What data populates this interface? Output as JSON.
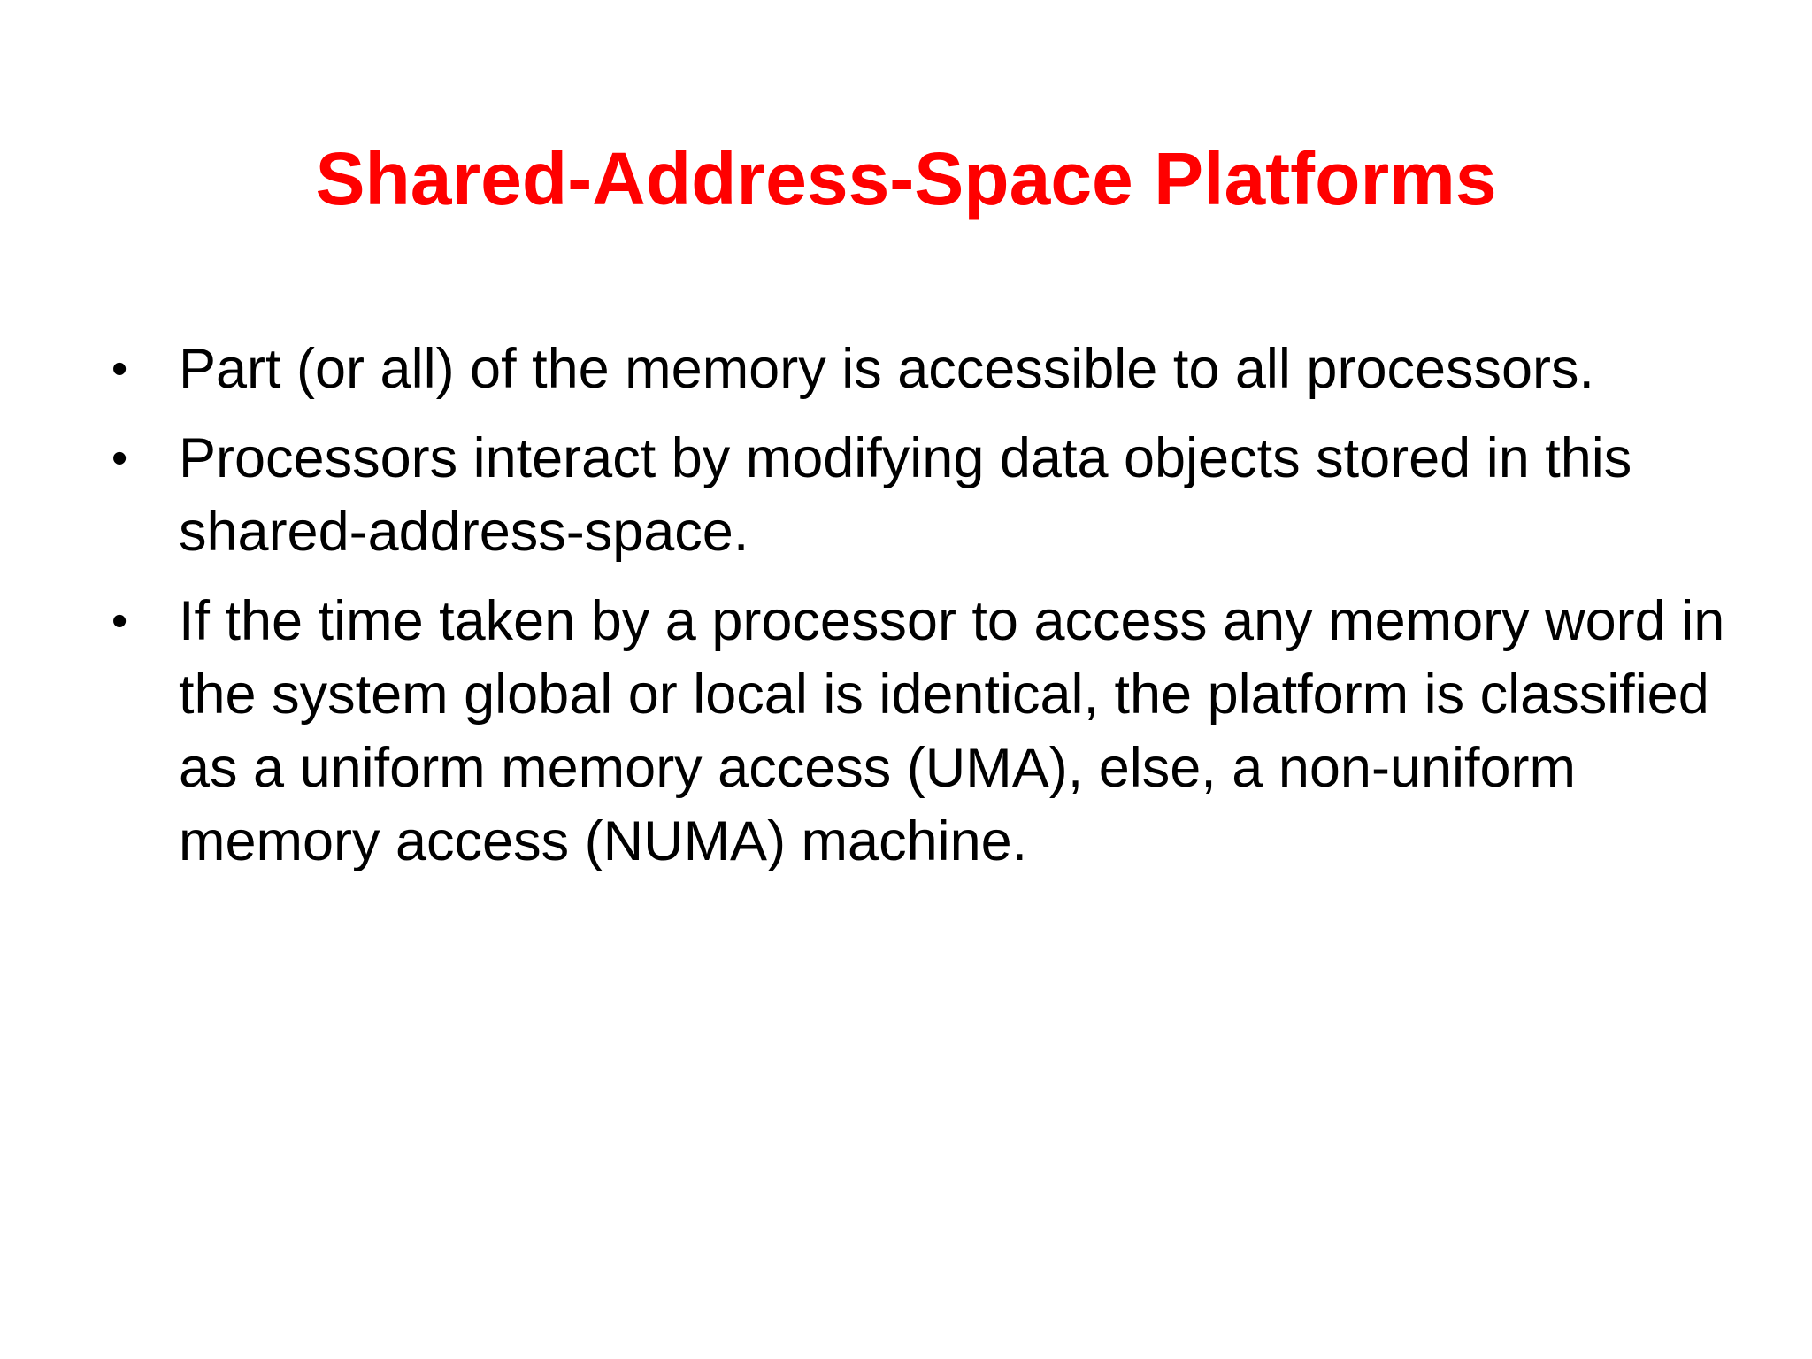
{
  "slide": {
    "title": "Shared-Address-Space Platforms",
    "title_color": "#ff0000",
    "bullet_glyph": "•",
    "bullets": [
      {
        "text": "Part (or all) of the memory is accessible to all processors."
      },
      {
        "text": "Processors interact by modifying data objects stored in this shared-address-space."
      },
      {
        "text": "If the time taken by a processor to access any memory word in the system global or local is identical, the platform is classified as a uniform memory access (UMA), else, a non-uniform memory access (NUMA) machine."
      }
    ]
  }
}
